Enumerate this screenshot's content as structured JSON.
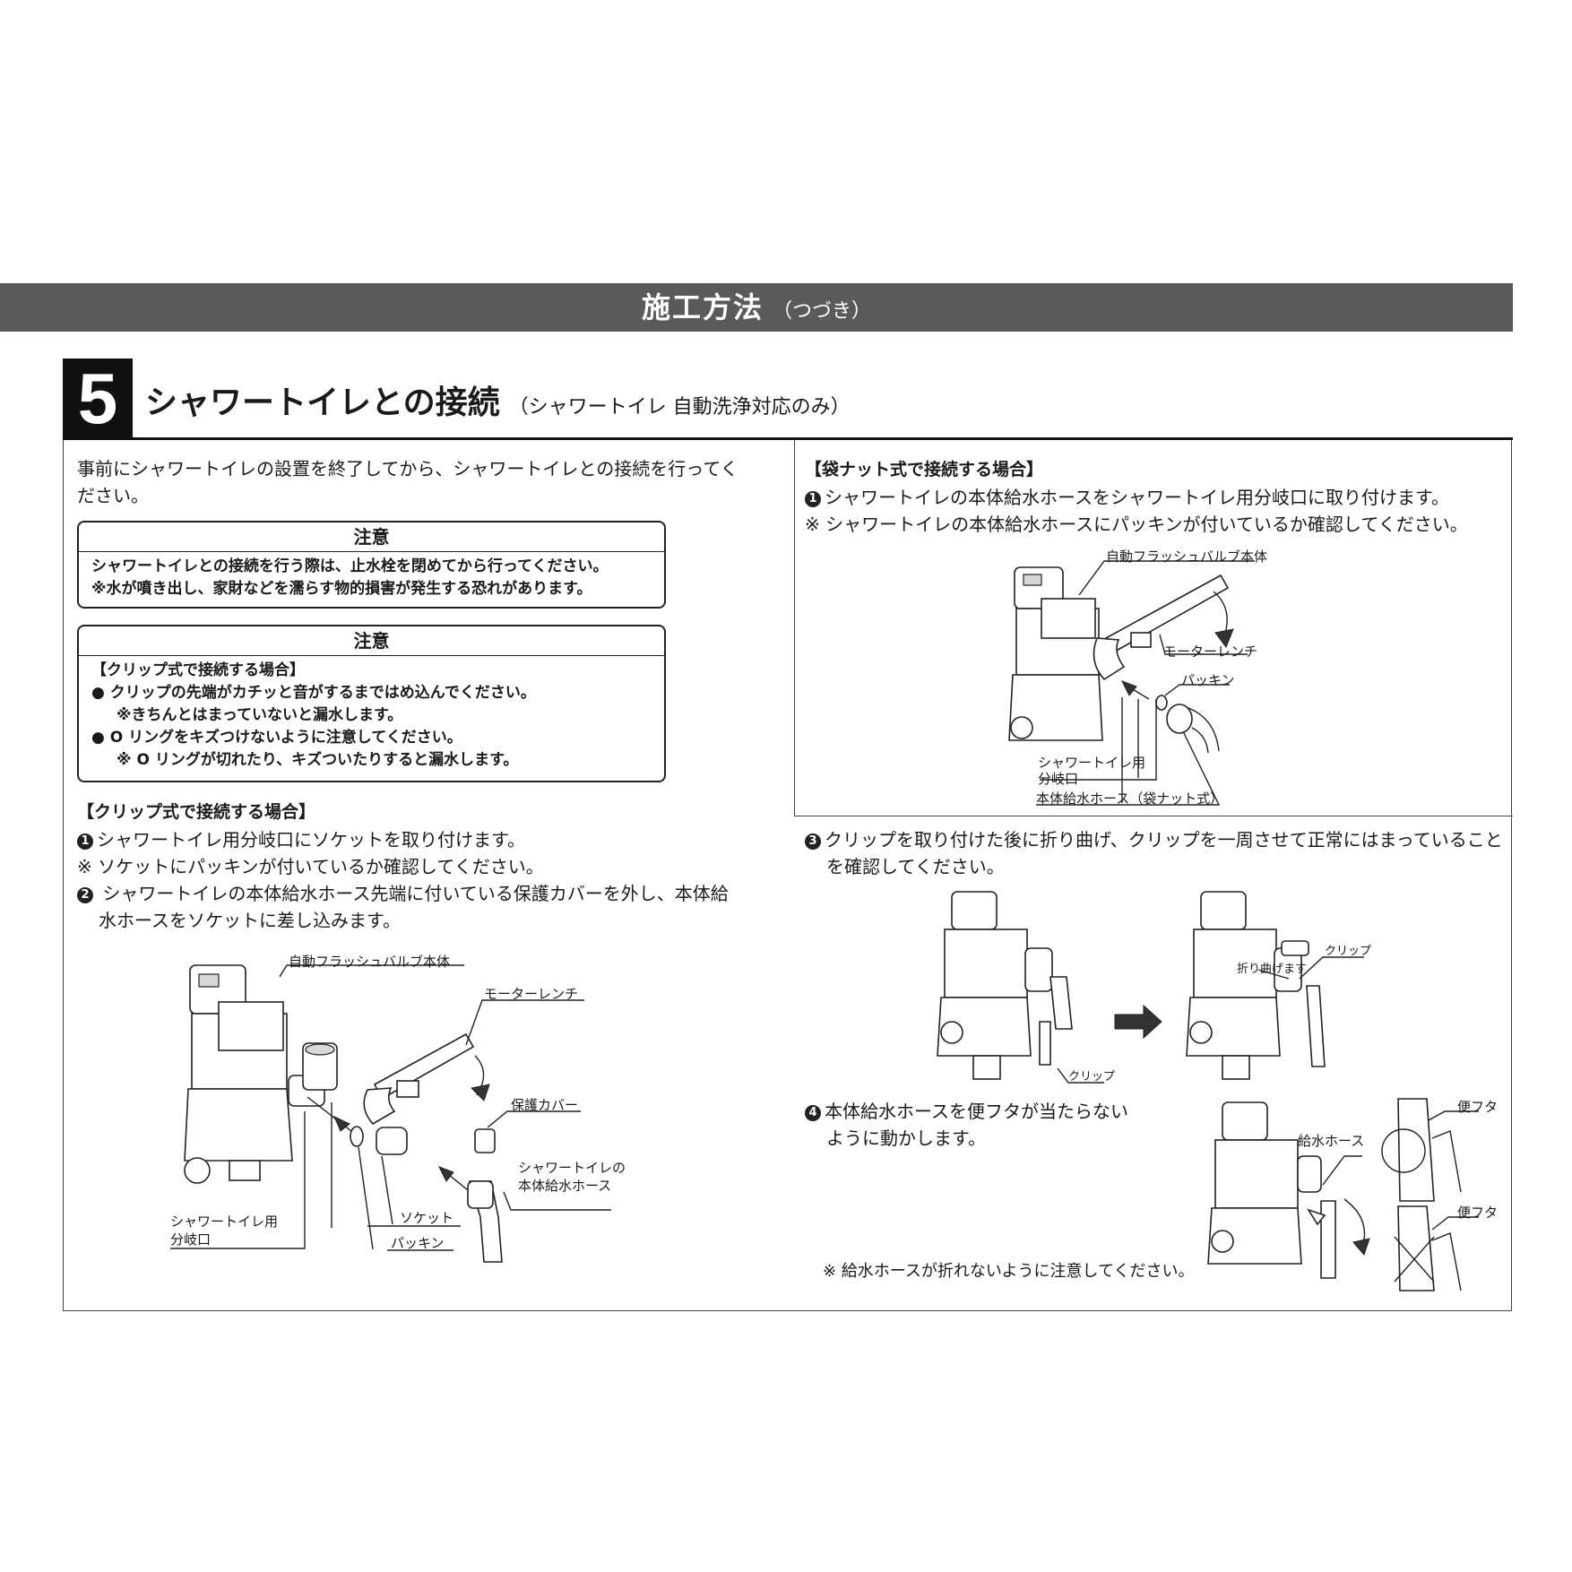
{
  "header": {
    "title": "施工方法",
    "subtitle": "（つづき）"
  },
  "section": {
    "number": "5",
    "title": "シャワートイレとの接続",
    "subtitle": "（シャワートイレ 自動洗浄対応のみ）"
  },
  "intro": {
    "line1": "事前にシャワートイレの設置を終了してから、シャワートイレとの接続を行ってく",
    "line2": "ださい。"
  },
  "caution1": {
    "title": "注意",
    "line1": "シャワートイレとの接続を行う際は、止水栓を閉めてから行ってください。",
    "line2": "※水が噴き出し、家財などを濡らす物的損害が発生する恐れがあります。"
  },
  "caution2": {
    "title": "注意",
    "heading": "【クリップ式で接続する場合】",
    "bullet1": "● クリップの先端がカチッと音がするまではめ込んでください。",
    "bullet1_note": "※きちんとはまっていないと漏水します。",
    "bullet2": "● O リングをキズつけないように注意してください。",
    "bullet2_note": "※ O リングが切れたり、キズついたりすると漏水します。"
  },
  "clip_section": {
    "heading": "【クリップ式で接続する場合】",
    "step1_num": "1",
    "step1": "シャワートイレ用分岐口にソケットを取り付けます。",
    "step1_note": "※ ソケットにパッキンが付いているか確認してください。",
    "step2_num": "2",
    "step2_line1": " シャワートイレの本体給水ホース先端に付いている保護カバーを外し、本体給",
    "step2_line2": "水ホースをソケットに差し込みます。"
  },
  "fig_left": {
    "valve_body": "自動フラッシュバルブ本体",
    "wrench": "モーターレンチ",
    "cover": "保護カバー",
    "hose_line1": "シャワートイレの",
    "hose_line2": "本体給水ホース",
    "branch_line1": "シャワートイレ用",
    "branch_line2": "分岐口",
    "socket": "ソケット",
    "packing": "パッキン"
  },
  "nut_section": {
    "heading": "【袋ナット式で接続する場合】",
    "step1_num": "1",
    "step1": "シャワートイレの本体給水ホースをシャワートイレ用分岐口に取り付けます。",
    "step1_note": "※ シャワートイレの本体給水ホースにパッキンが付いているか確認してください。"
  },
  "fig_right_top": {
    "valve_body": "自動フラッシュバルブ本体",
    "wrench": "モーターレンチ",
    "packing": "パッキン",
    "branch_line1": "シャワートイレ用",
    "branch_line2": "分岐口",
    "hose": "本体給水ホース（袋ナット式）"
  },
  "step3": {
    "num": "3",
    "line1": "クリップを取り付けた後に折り曲げ、クリップを一周させて正常にはまっていること",
    "line2": "を確認してください。",
    "clip_label_a": "クリップ",
    "fold_label": "折り曲げます",
    "clip_label_b": "クリップ"
  },
  "step4": {
    "num": "4",
    "line1": "本体給水ホースを便フタが当たらない",
    "line2": "ように動かします。",
    "hose_label": "給水ホース",
    "lid_label_a": "便フタ",
    "lid_label_b": "便フタ",
    "note": "※ 給水ホースが折れないように注意してください。"
  }
}
